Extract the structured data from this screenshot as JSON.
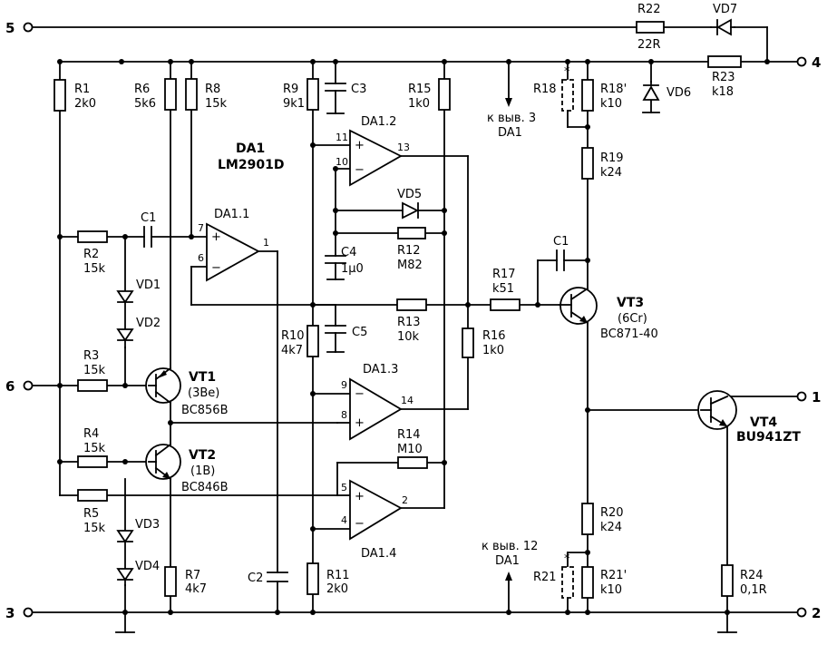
{
  "terminals": {
    "t1": "1",
    "t2": "2",
    "t3": "3",
    "t4": "4",
    "t5": "5",
    "t6": "6"
  },
  "chip": {
    "name": "DA1",
    "part": "LM2901D"
  },
  "opamps": {
    "da11": "DA1.1",
    "da12": "DA1.2",
    "da13": "DA1.3",
    "da14": "DA1.4"
  },
  "pins": {
    "p1": "1",
    "p2": "2",
    "p4": "4",
    "p5": "5",
    "p6": "6",
    "p7": "7",
    "p8": "8",
    "p9": "9",
    "p10": "10",
    "p11": "11",
    "p13": "13",
    "p14": "14"
  },
  "signs": {
    "plus": "+",
    "minus": "−"
  },
  "resistors": {
    "r1": {
      "ref": "R1",
      "val": "2k0"
    },
    "r2": {
      "ref": "R2",
      "val": "15k"
    },
    "r3": {
      "ref": "R3",
      "val": "15k"
    },
    "r4": {
      "ref": "R4",
      "val": "15k"
    },
    "r5": {
      "ref": "R5",
      "val": "15k"
    },
    "r6": {
      "ref": "R6",
      "val": "5k6"
    },
    "r7": {
      "ref": "R7",
      "val": "4k7"
    },
    "r8": {
      "ref": "R8",
      "val": "15k"
    },
    "r9": {
      "ref": "R9",
      "val": "9k1"
    },
    "r10": {
      "ref": "R10",
      "val": "4k7"
    },
    "r11": {
      "ref": "R11",
      "val": "2k0"
    },
    "r12": {
      "ref": "R12",
      "val": "M82"
    },
    "r13": {
      "ref": "R13",
      "val": "10k"
    },
    "r14": {
      "ref": "R14",
      "val": "M10"
    },
    "r15": {
      "ref": "R15",
      "val": "1k0"
    },
    "r16": {
      "ref": "R16",
      "val": "1k0"
    },
    "r17": {
      "ref": "R17",
      "val": "k51"
    },
    "r18": {
      "ref": "R18",
      "val": ""
    },
    "r18p": {
      "ref": "R18'",
      "val": "k10"
    },
    "r19": {
      "ref": "R19",
      "val": "k24"
    },
    "r20": {
      "ref": "R20",
      "val": "k24"
    },
    "r21": {
      "ref": "R21",
      "val": ""
    },
    "r21p": {
      "ref": "R21'",
      "val": "k10"
    },
    "r22": {
      "ref": "R22",
      "val": "22R"
    },
    "r23": {
      "ref": "R23",
      "val": "k18"
    },
    "r24": {
      "ref": "R24",
      "val": "0,1R"
    }
  },
  "capacitors": {
    "c1a": {
      "ref": "C1",
      "val": ""
    },
    "c1b": {
      "ref": "C1",
      "val": ""
    },
    "c2": {
      "ref": "C2",
      "val": ""
    },
    "c3": {
      "ref": "C3",
      "val": ""
    },
    "c4": {
      "ref": "C4",
      "val": "1μ0"
    },
    "c5": {
      "ref": "C5",
      "val": ""
    }
  },
  "diodes": {
    "vd1": "VD1",
    "vd2": "VD2",
    "vd3": "VD3",
    "vd4": "VD4",
    "vd5": "VD5",
    "vd6": "VD6",
    "vd7": "VD7"
  },
  "transistors": {
    "vt1": {
      "ref": "VT1",
      "mark": "(3Be)",
      "part": "BC856B"
    },
    "vt2": {
      "ref": "VT2",
      "mark": "(1B)",
      "part": "BC846B"
    },
    "vt3": {
      "ref": "VT3",
      "mark": "(6Cr)",
      "part": "BC871-40"
    },
    "vt4": {
      "ref": "VT4",
      "mark": "",
      "part": "BU941ZT"
    }
  },
  "notes": {
    "n3a": "к выв. 3",
    "n3b": "DA1",
    "n12a": "к выв. 12",
    "n12b": "DA1",
    "star": "*"
  }
}
